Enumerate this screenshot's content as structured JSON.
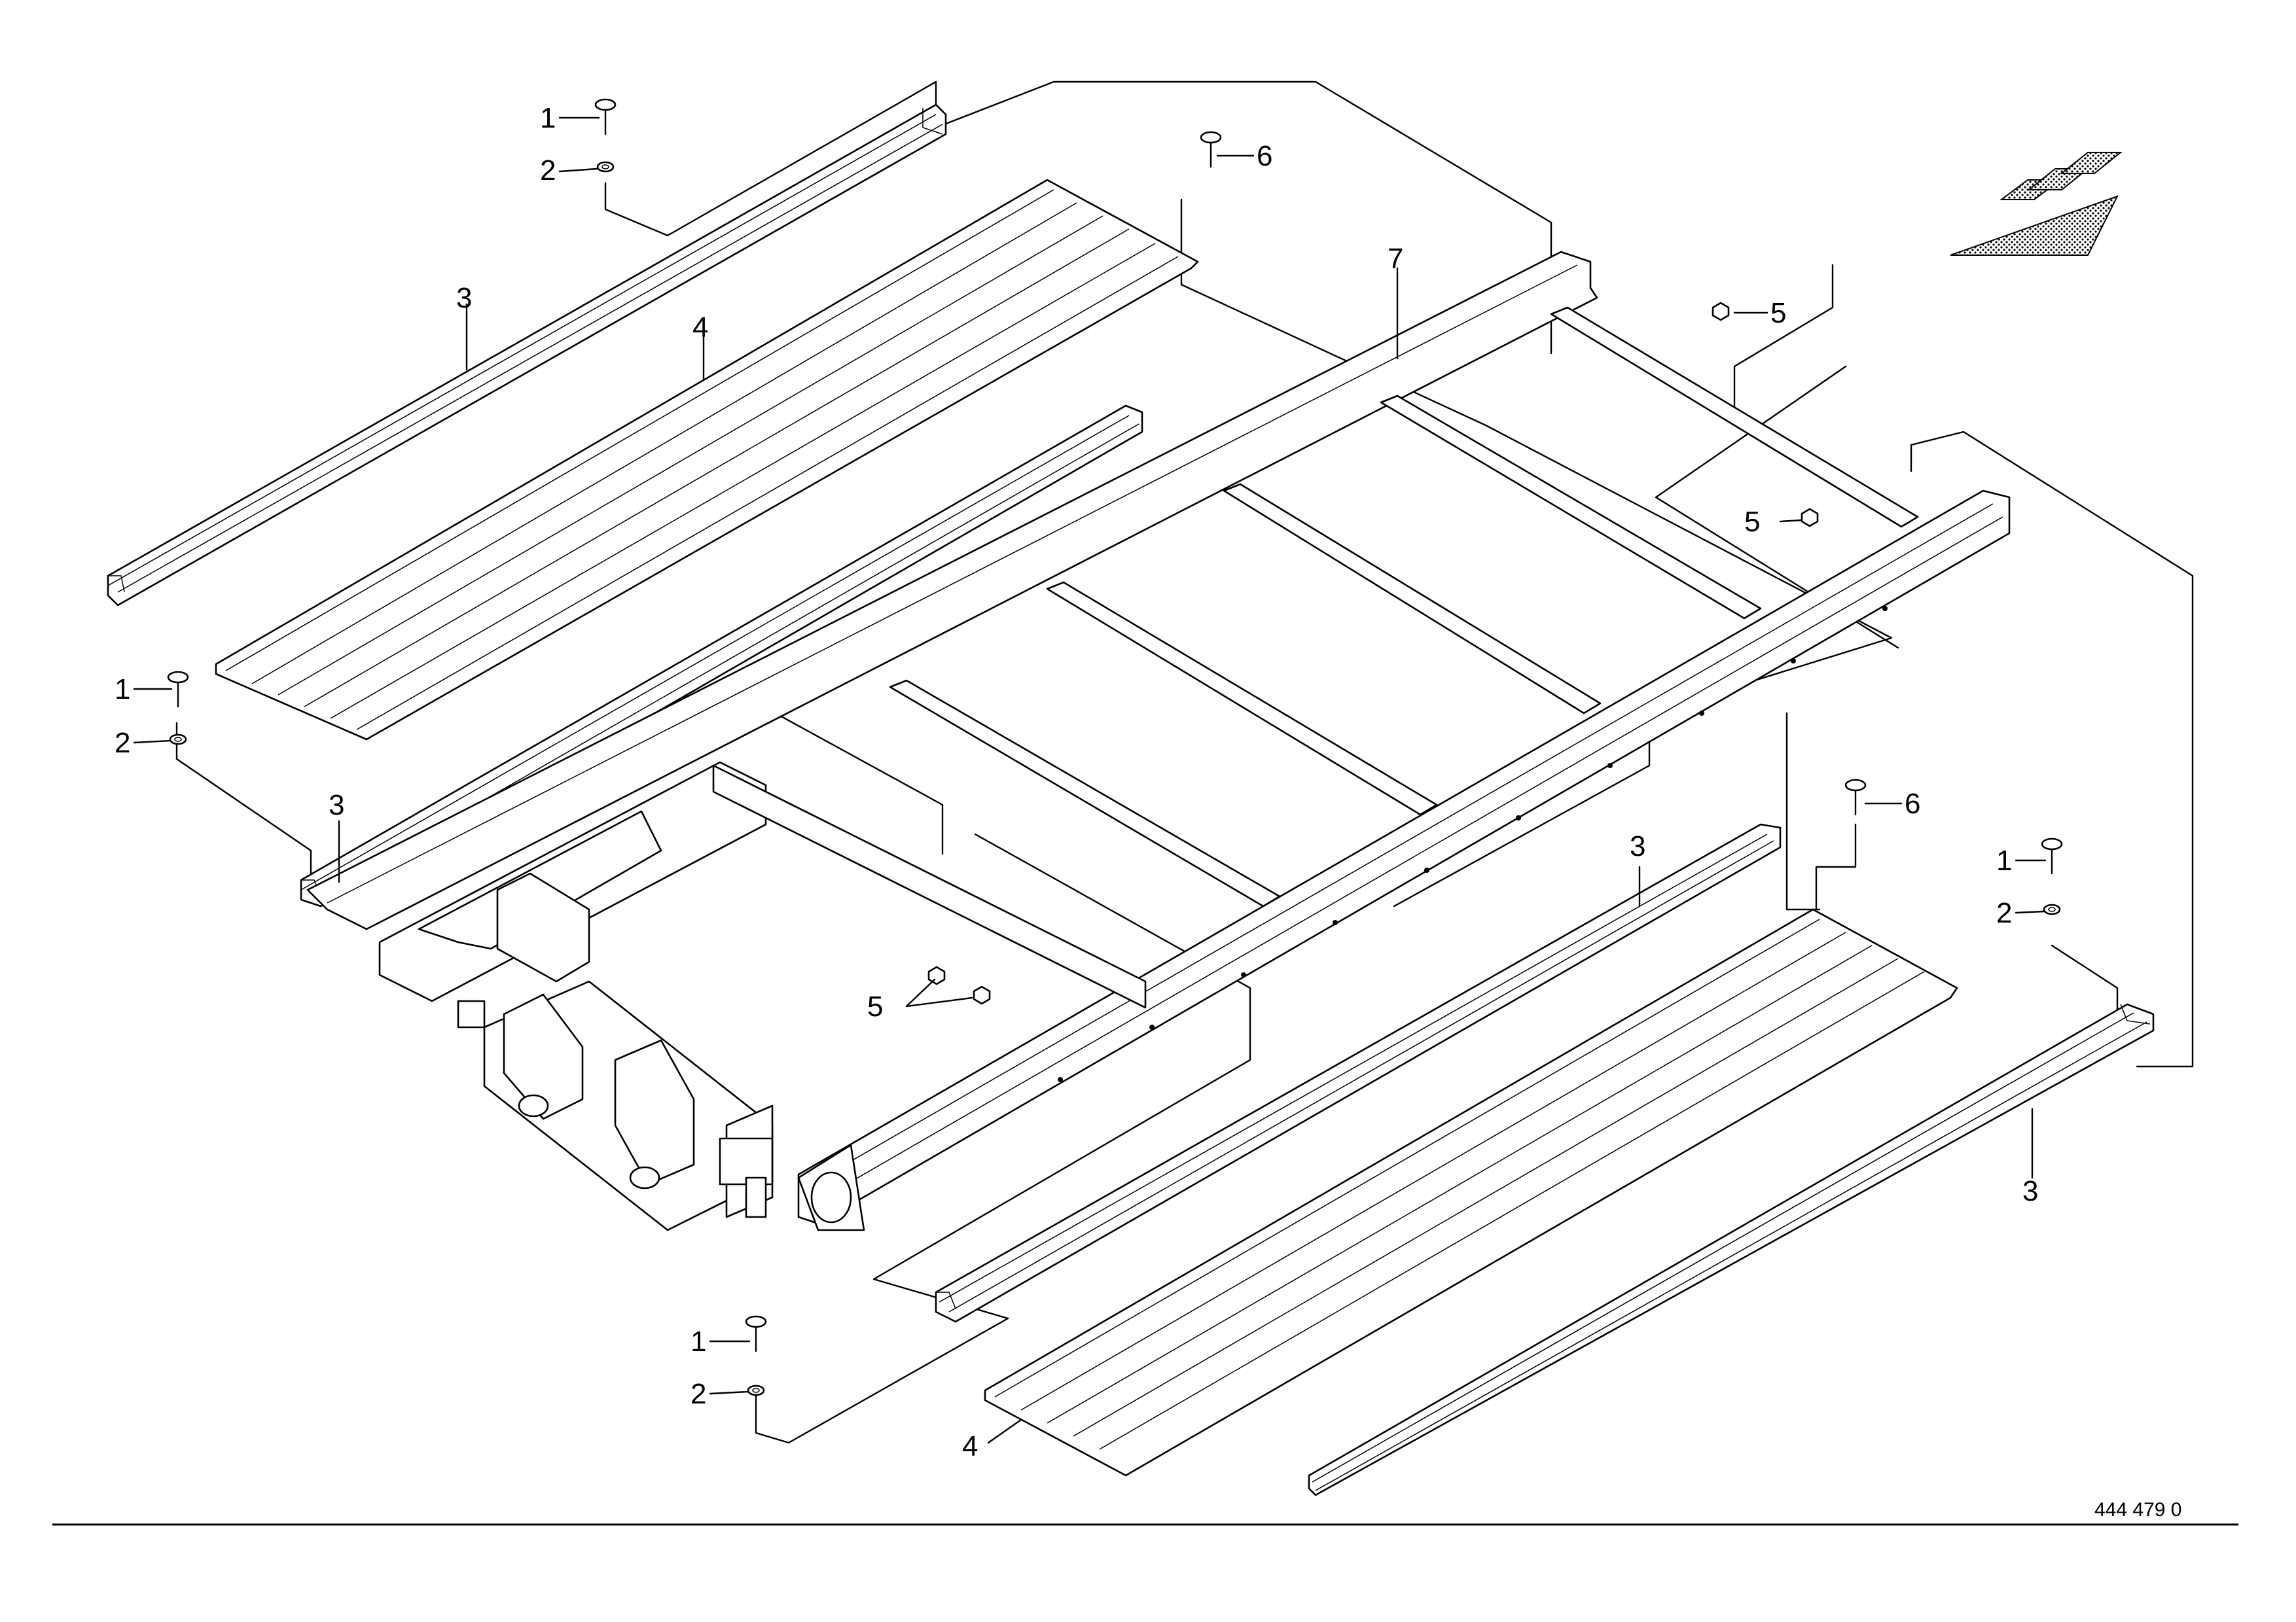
{
  "callouts": {
    "c1_a": "1",
    "c2_a": "2",
    "c3_a": "3",
    "c4_a": "4",
    "c6_a": "6",
    "c7": "7",
    "c5_a": "5",
    "c5_b": "5",
    "c1_b": "1",
    "c2_b": "2",
    "c3_b": "3",
    "c5_c": "5",
    "c6_b": "6",
    "c3_c": "3",
    "c1_c": "1",
    "c2_c": "2",
    "c3_d": "3",
    "c1_d": "1",
    "c2_d": "2",
    "c4_b": "4"
  },
  "drawing_number": "444 479 0"
}
